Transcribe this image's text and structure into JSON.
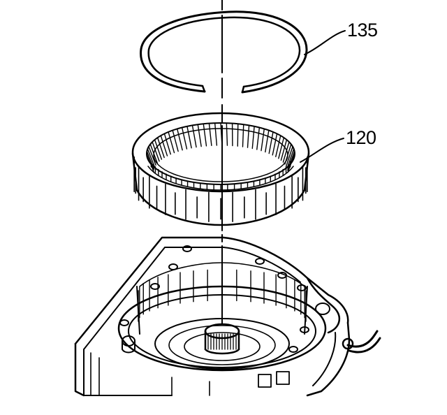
{
  "callouts": [
    {
      "id": "snap-ring",
      "label": "135"
    },
    {
      "id": "ring-gear",
      "label": "120"
    }
  ],
  "colors": {
    "ink": "#000000",
    "paper": "#ffffff"
  },
  "parts": {
    "snap_ring_icon": "snap-ring-icon",
    "gear_icon": "internal-gear-icon",
    "housing_icon": "transmission-case-icon"
  }
}
